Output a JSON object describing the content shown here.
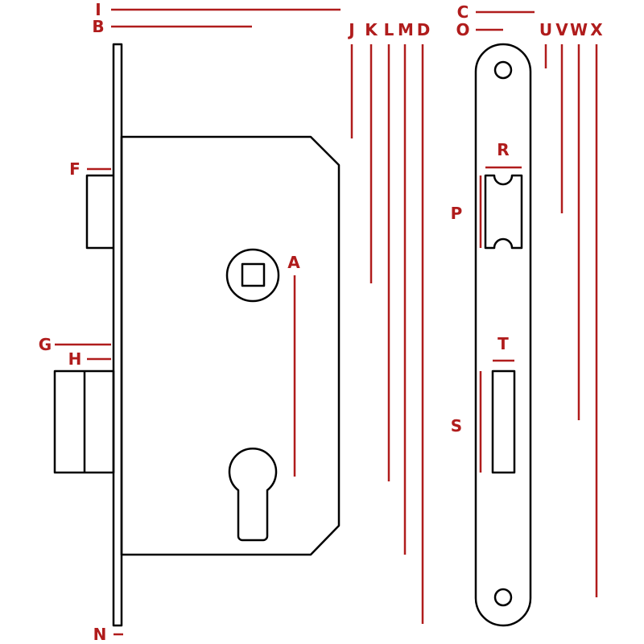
{
  "title": "Mortise lock dimension diagram",
  "colors": {
    "label": "#b01c1c",
    "line": "#b01c1c",
    "outline": "#000000"
  },
  "labels": {
    "I": "I",
    "B": "B",
    "C": "C",
    "O": "O",
    "J": "J",
    "K": "K",
    "L": "L",
    "M": "M",
    "D": "D",
    "U": "U",
    "V": "V",
    "W": "W",
    "X": "X",
    "F": "F",
    "G": "G",
    "H": "H",
    "N": "N",
    "A": "A",
    "P": "P",
    "R": "R",
    "S": "S",
    "T": "T"
  }
}
